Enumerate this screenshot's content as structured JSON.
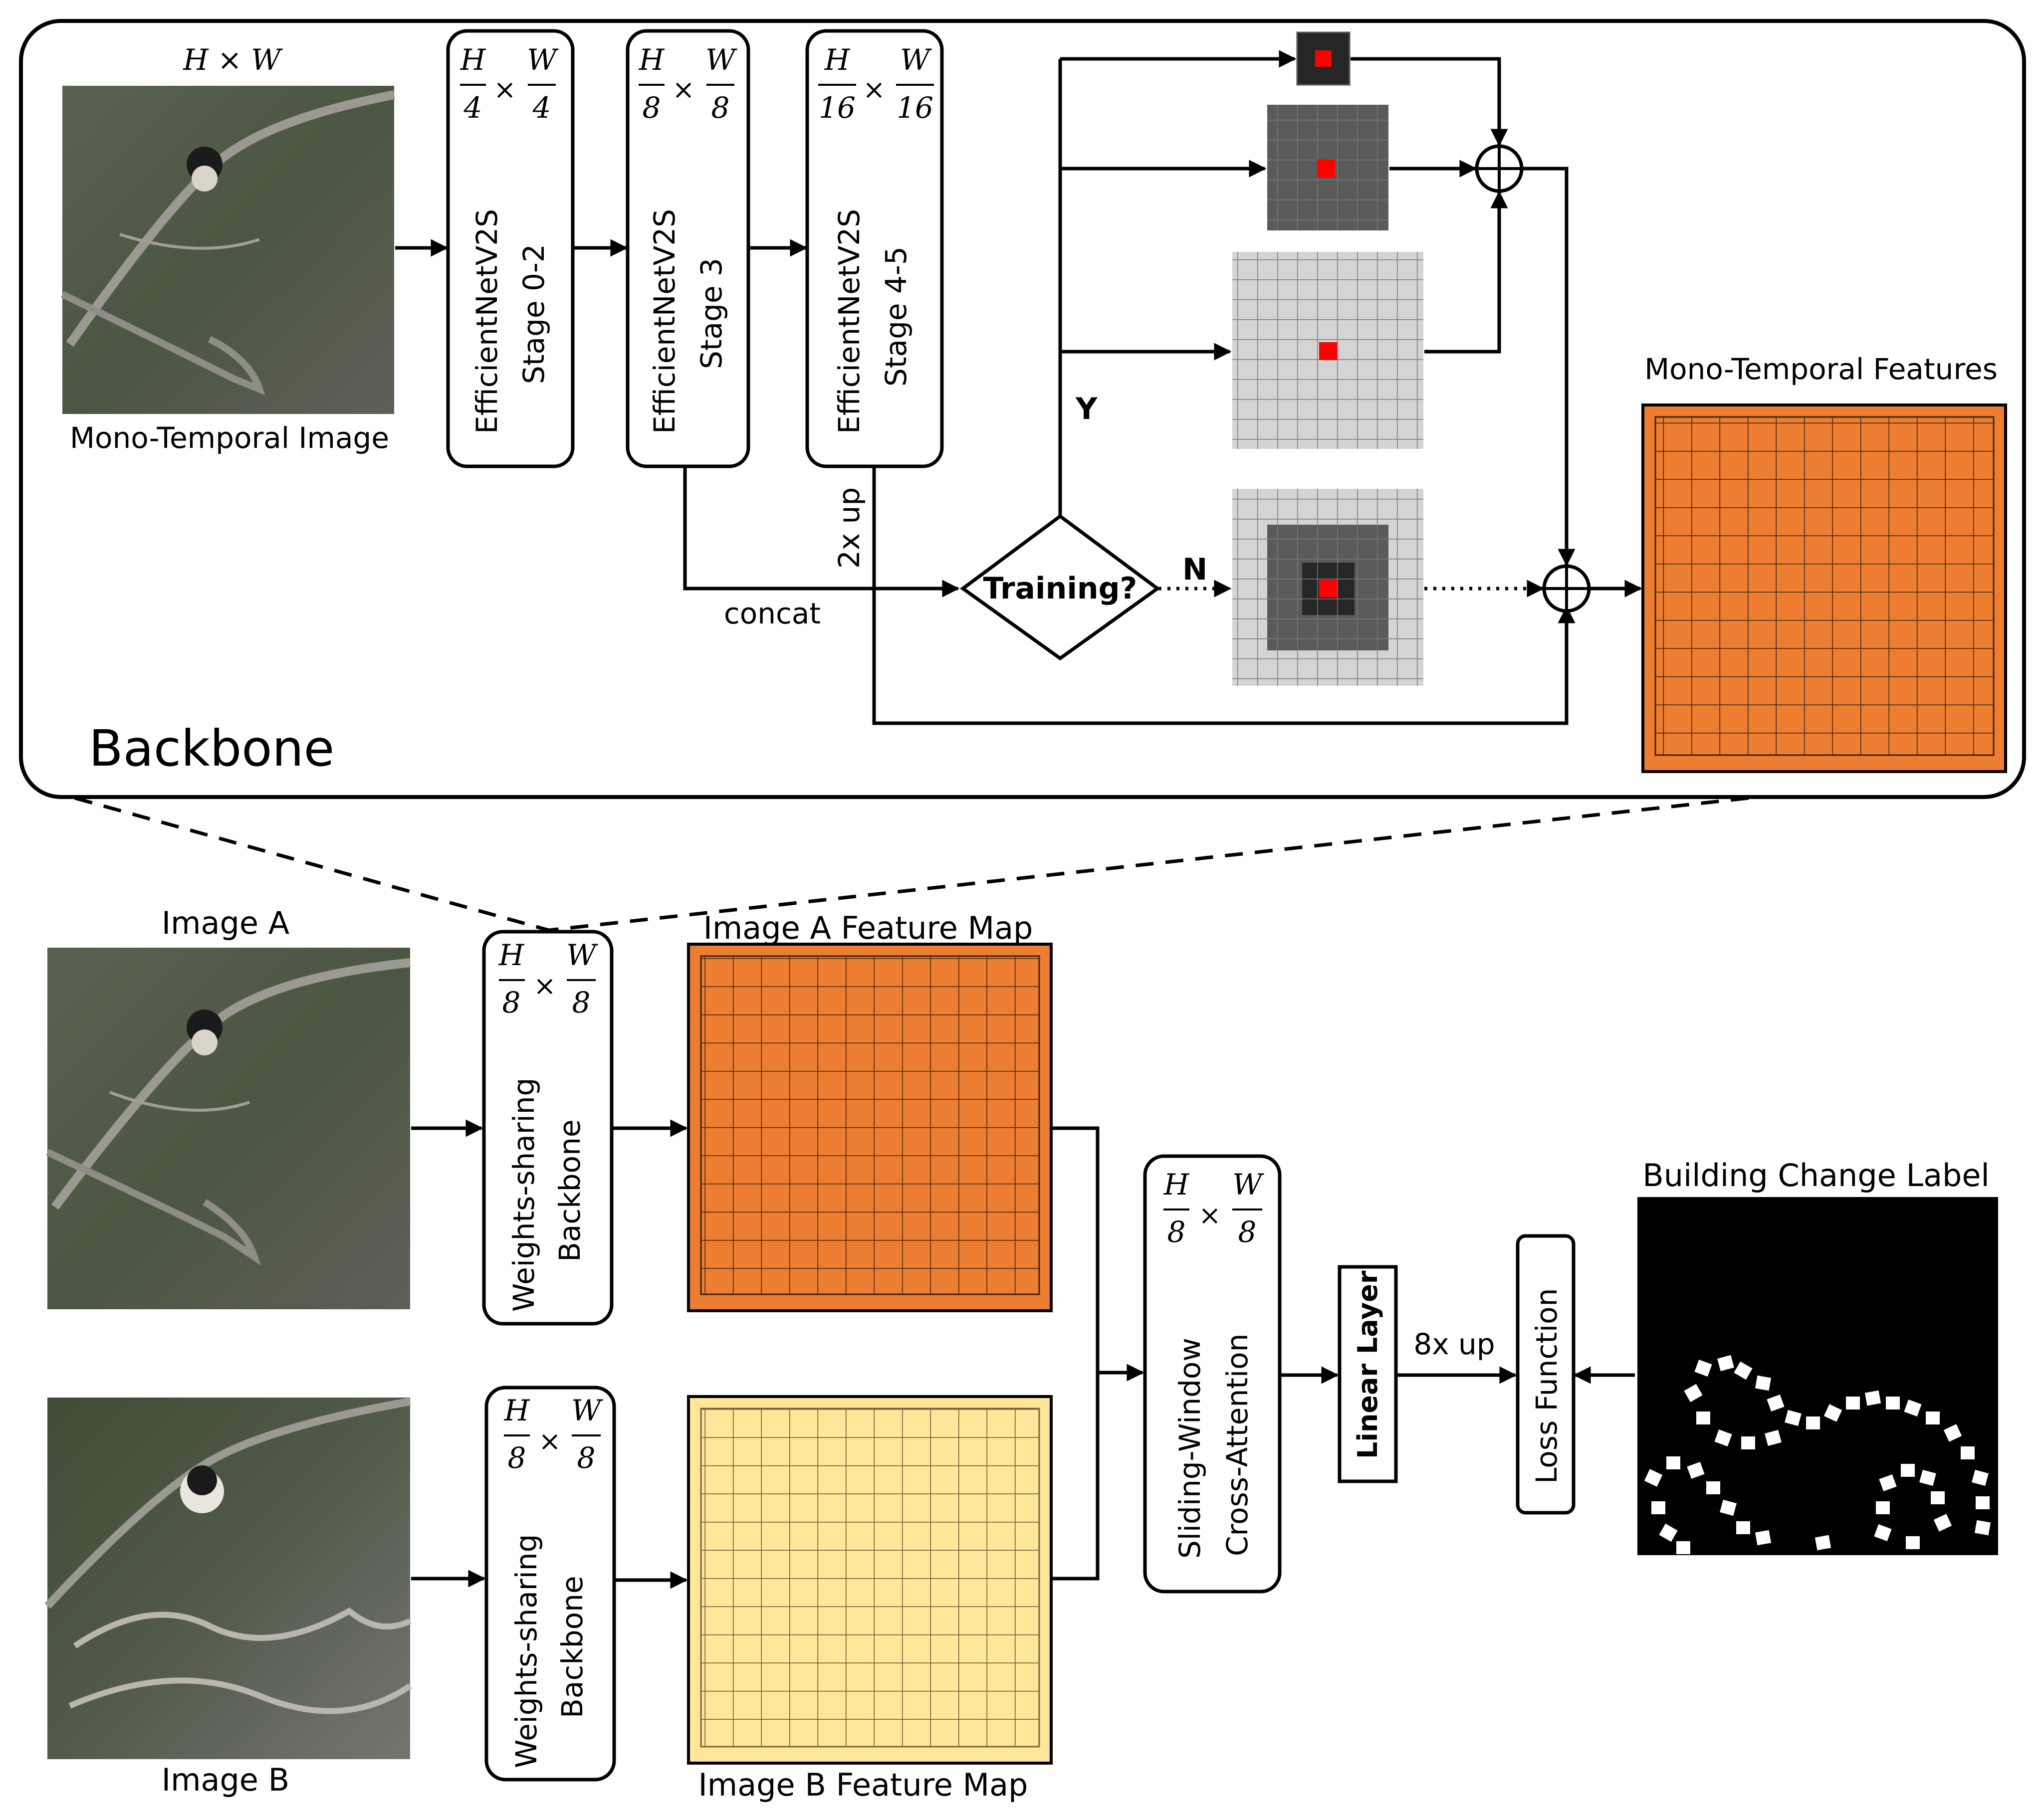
{
  "backbone": {
    "title": "Backbone",
    "input_size": "H × W",
    "input_label": "Mono-Temporal Image",
    "stages": [
      {
        "name": "EfficientNetV2S",
        "stage": "Stage 0-2",
        "num": "H",
        "den": "4"
      },
      {
        "name": "EfficientNetV2S",
        "stage": "Stage 3",
        "num": "H",
        "den": "8"
      },
      {
        "name": "EfficientNetV2S",
        "stage": "Stage 4-5",
        "num": "H",
        "den": "16"
      }
    ],
    "upsample_label": "2x up",
    "concat_label": "concat",
    "decision_label": "Training?",
    "yes_label": "Y",
    "no_label": "N",
    "output_label": "Mono-Temporal Features"
  },
  "pipeline": {
    "image_a_label": "Image A",
    "image_b_label": "Image B",
    "shared_backbone_label_1": "Weights-sharing",
    "shared_backbone_label_2": "Backbone",
    "shared_backbone_size_num": "H",
    "shared_backbone_size_den": "8",
    "feature_map_a_label": "Image A Feature Map",
    "feature_map_b_label": "Image B Feature Map",
    "attention_label_1": "Sliding-Window",
    "attention_label_2": "Cross-Attention",
    "linear_layer_label": "Linear Layer",
    "upsample_label": "8x up",
    "loss_label": "Loss Function",
    "change_label_title": "Building Change Label"
  },
  "colors": {
    "feature_orange": "#ED7D31",
    "feature_yellow": "#FFE699",
    "receptive_red": "#FF0000",
    "grid_light": "#D4D4D4",
    "grid_mid": "#5A5A5A",
    "grid_dark": "#262626"
  }
}
